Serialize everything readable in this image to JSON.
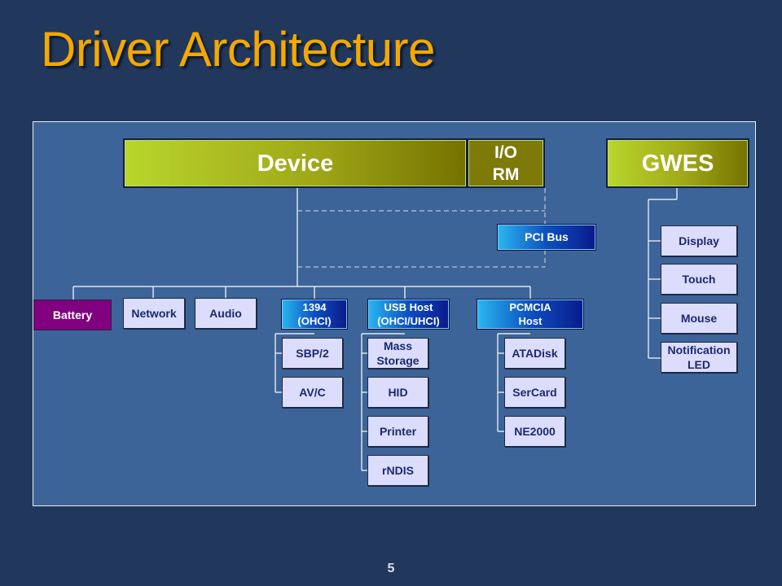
{
  "slide": {
    "title": "Driver Architecture",
    "page_number": "5"
  },
  "diagram": {
    "top": {
      "device": "Device",
      "io_rm_line1": "I/O",
      "io_rm_line2": "RM",
      "gwes": "GWES"
    },
    "pci_bus": "PCI Bus",
    "drivers": {
      "battery": "Battery",
      "network": "Network",
      "audio": "Audio",
      "ieee1394_line1": "1394",
      "ieee1394_line2": "(OHCI)",
      "usb_host_line1": "USB Host",
      "usb_host_line2": "(OHCI/UHCI)",
      "pcmcia_line1": "PCMCIA",
      "pcmcia_line2": "Host"
    },
    "ieee1394_children": [
      "SBP/2",
      "AV/C"
    ],
    "usb_children": [
      "Mass\nStorage",
      "HID",
      "Printer",
      "rNDIS"
    ],
    "pcmcia_children": [
      "ATADisk",
      "SerCard",
      "NE2000"
    ],
    "gwes_children": [
      "Display",
      "Touch",
      "Mouse",
      "Notification\nLED"
    ],
    "colors": {
      "background": "#21385c",
      "panel": "#3d6499",
      "title": "#f5a800",
      "driver_box": "#dcdcfc",
      "battery": "#800080"
    }
  }
}
